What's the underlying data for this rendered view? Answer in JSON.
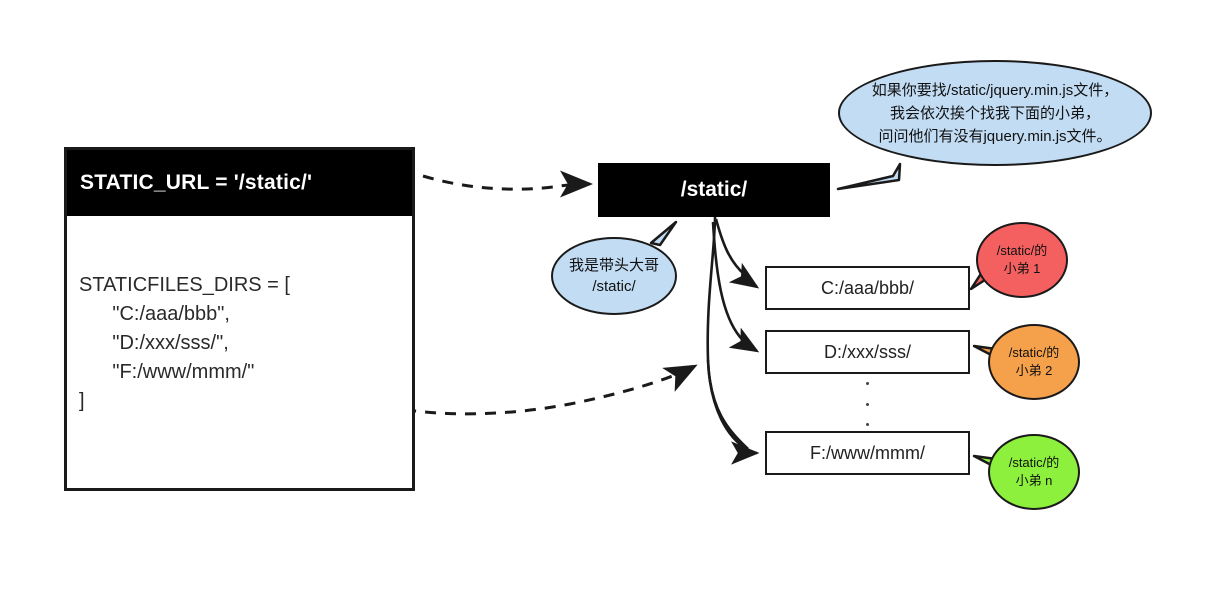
{
  "settings_panel": {
    "name": "django-static-settings-panel",
    "header": "STATIC_URL = '/static/'",
    "code_lines": [
      "STATICFILES_DIRS = [",
      "\"C:/aaa/bbb\",",
      "\"D:/xxx/sss/\",",
      "\"F:/www/mmm/\"",
      "]"
    ],
    "code_block": "STATICFILES_DIRS = [\n      \"C:/aaa/bbb\",\n      \"D:/xxx/sss/\",\n      \"F:/www/mmm/\"\n]"
  },
  "static_node": {
    "label": "/static/"
  },
  "dir_boxes": [
    {
      "label": "C:/aaa/bbb/"
    },
    {
      "label": "D:/xxx/sss/"
    },
    {
      "label": "F:/www/mmm/"
    }
  ],
  "ellipsis_dots": 3,
  "bubbles": {
    "main": {
      "text": "如果你要找/static/jquery.min.js文件，\n我会依次挨个找我下面的小弟，\n问问他们有没有jquery.min.js文件。",
      "color": "#c2dcf4"
    },
    "boss": {
      "text": "我是带头大哥\n/static/",
      "color": "#c2dcf4"
    },
    "minions": [
      {
        "text": "/static/的\n小弟 1",
        "color": "#f4605f"
      },
      {
        "text": "/static/的\n小弟 2",
        "color": "#f5a04a"
      },
      {
        "text": "/static/的\n小弟 n",
        "color": "#8cf03c"
      }
    ]
  },
  "connectors": {
    "dashed_url_to_static": "STATIC_URL maps to /static/",
    "dashed_dirs_to_tree": "STATICFILES_DIRS maps to directory list",
    "solid_branches": 3
  }
}
